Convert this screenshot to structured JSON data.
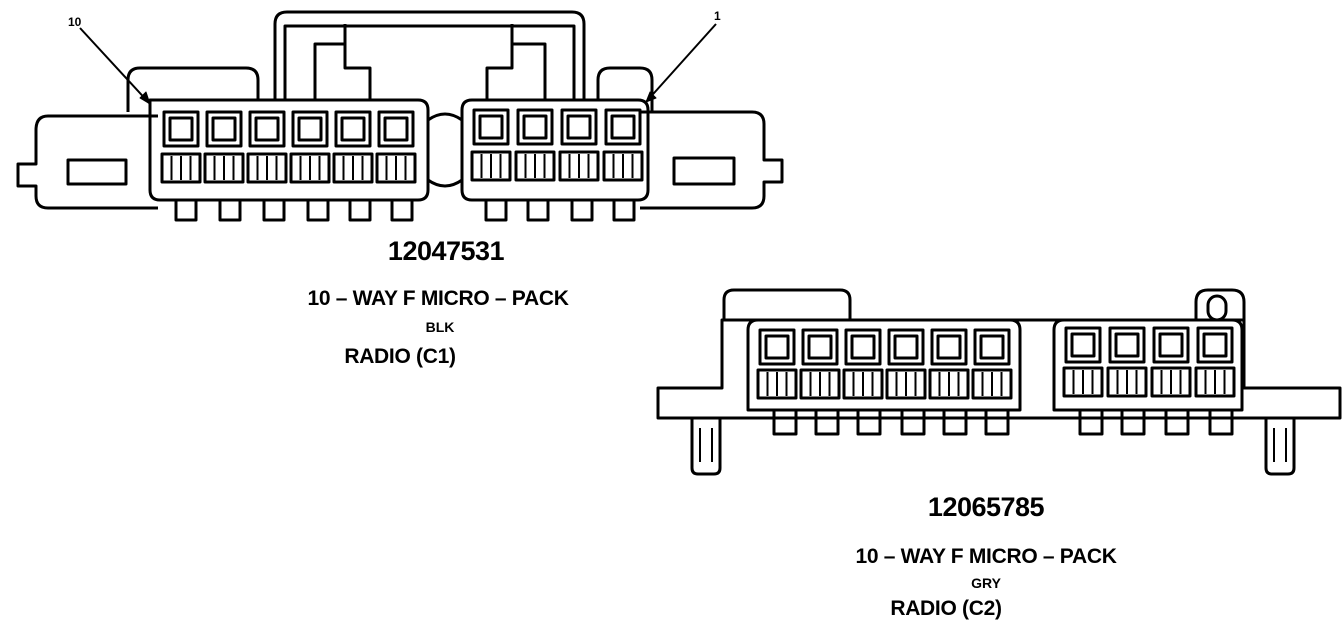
{
  "connectors": [
    {
      "part_number": "12047531",
      "type": "10 – WAY F MICRO – PACK",
      "color": "BLK",
      "name": "RADIO (C1)",
      "pin_labels": {
        "left": "10",
        "right": "1"
      }
    },
    {
      "part_number": "12065785",
      "type": "10 – WAY F MICRO – PACK",
      "color": "GRY",
      "name": "RADIO (C2)"
    }
  ],
  "style": {
    "ink": "#000000",
    "paper": "#ffffff"
  }
}
